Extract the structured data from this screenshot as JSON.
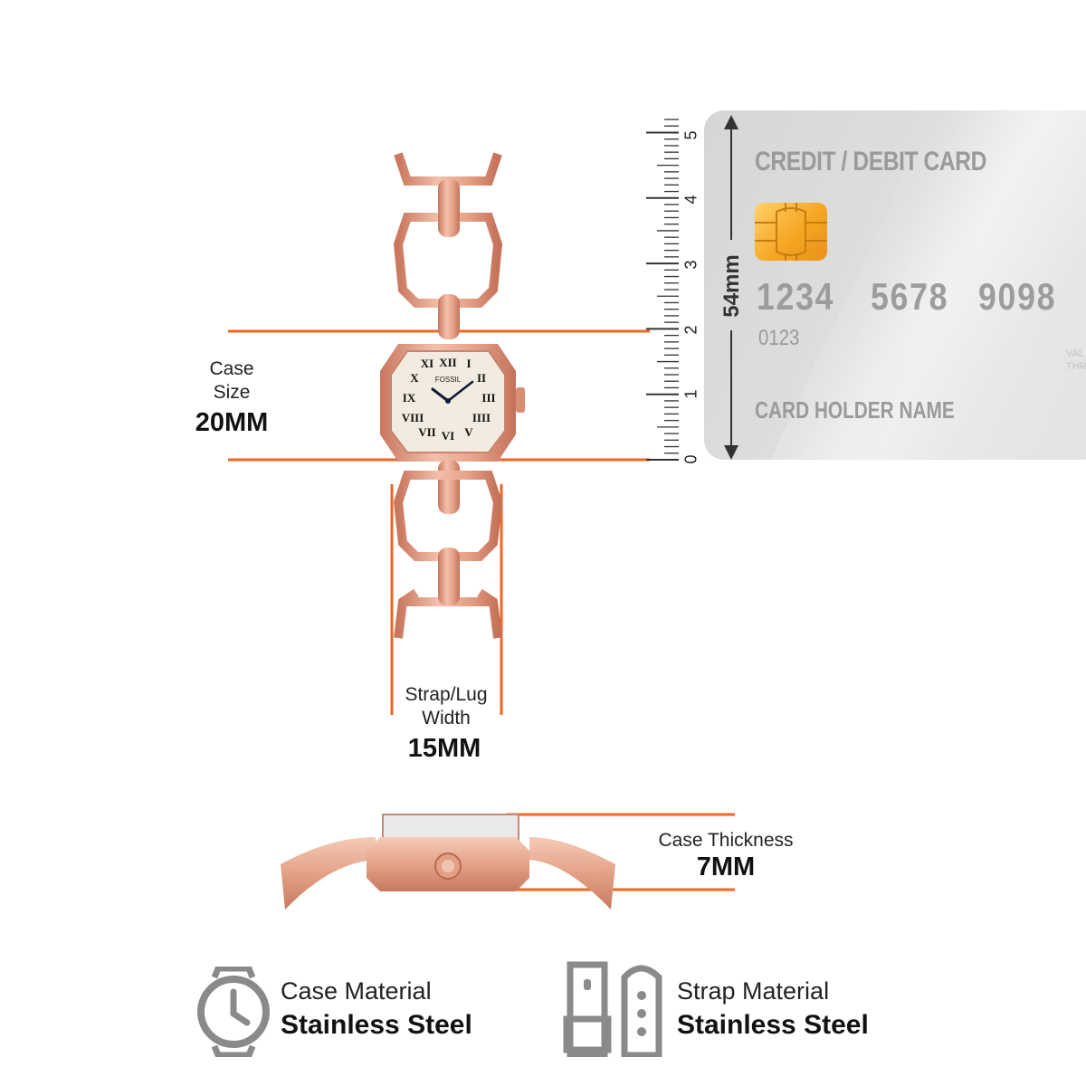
{
  "case_size": {
    "label_line1": "Case",
    "label_line2": "Size",
    "value": "20MM"
  },
  "strap_width": {
    "label_line1": "Strap/Lug",
    "label_line2": "Width",
    "value": "15MM"
  },
  "case_thickness": {
    "label": "Case Thickness",
    "value": "7MM"
  },
  "case_material": {
    "label": "Case Material",
    "value": "Stainless Steel",
    "icon": "watch-icon"
  },
  "strap_material": {
    "label": "Strap Material",
    "value": "Stainless Steel",
    "icon": "strap-icon"
  },
  "card": {
    "title": "CREDIT / DEBIT CARD",
    "number_groups": [
      "1234",
      "5678",
      "9098"
    ],
    "small_number": "0123",
    "holder": "CARD HOLDER NAME",
    "tiny_text_line1": "VAL",
    "tiny_text_line2": "THR",
    "height_label": "54mm"
  },
  "ruler": {
    "ticks": [
      "5",
      "4",
      "3",
      "2",
      "1",
      "0"
    ]
  },
  "watch": {
    "brand": "FOSSIL"
  },
  "colors": {
    "accent_orange": "#f26522",
    "rose_gold": "#e8a48c",
    "card_gray": "#dcdcdc",
    "icon_gray": "#8a8a8a"
  }
}
